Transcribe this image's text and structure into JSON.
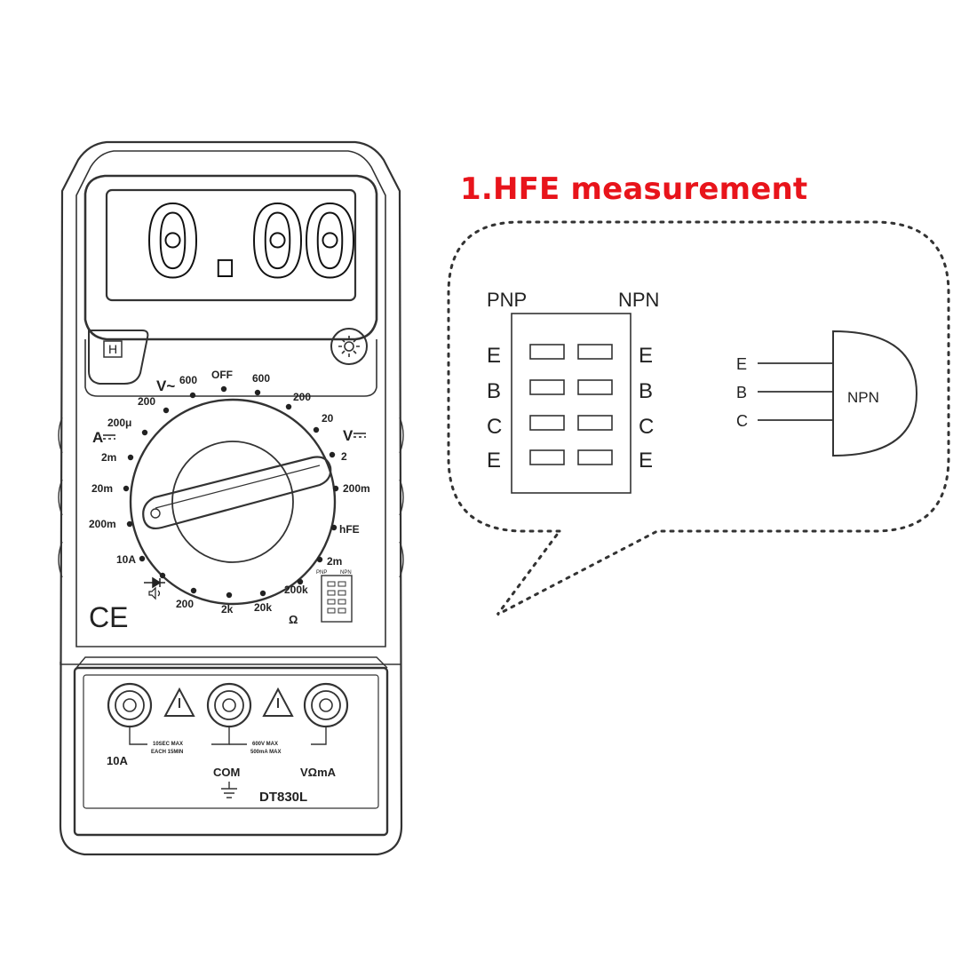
{
  "title": "1.HFE measurement",
  "meter": {
    "display_value": "0.00",
    "hold_label": "H",
    "backlight_icon": "sun-icon",
    "dial": {
      "vac_label": "V~",
      "vac_600": "600",
      "vac_200": "200",
      "off": "OFF",
      "vdc_600": "600",
      "vdc_200": "200",
      "vdc_20": "20",
      "vdc_label": "V",
      "vdc_2": "2",
      "vdc_200m": "200m",
      "hfe": "hFE",
      "r_2m": "2m",
      "r_200k": "200k",
      "r_20k": "20k",
      "r_2k": "2k",
      "r_200": "200",
      "ohm": "Ω",
      "a_10a": "10A",
      "a_200m": "200m",
      "a_20m": "20m",
      "a_2m": "2m",
      "a_200u": "200μ",
      "a_label": "A"
    },
    "ce_mark": "CE",
    "jacks": {
      "left_label": "10A",
      "com_label": "COM",
      "right_label": "VΩmA",
      "warn_left_1": "10SEC MAX",
      "warn_left_2": "EACH 15MIN",
      "warn_right_1": "600V MAX",
      "warn_right_2": "500mA MAX"
    },
    "model": "DT830L",
    "socket_small": {
      "pnp": "PNP",
      "npn": "NPN"
    }
  },
  "socket": {
    "pnp_label": "PNP",
    "npn_label": "NPN",
    "left_pins": [
      "E",
      "B",
      "C",
      "E"
    ],
    "right_pins": [
      "E",
      "B",
      "C",
      "E"
    ]
  },
  "transistor": {
    "label": "NPN",
    "pins": [
      "E",
      "B",
      "C"
    ]
  }
}
